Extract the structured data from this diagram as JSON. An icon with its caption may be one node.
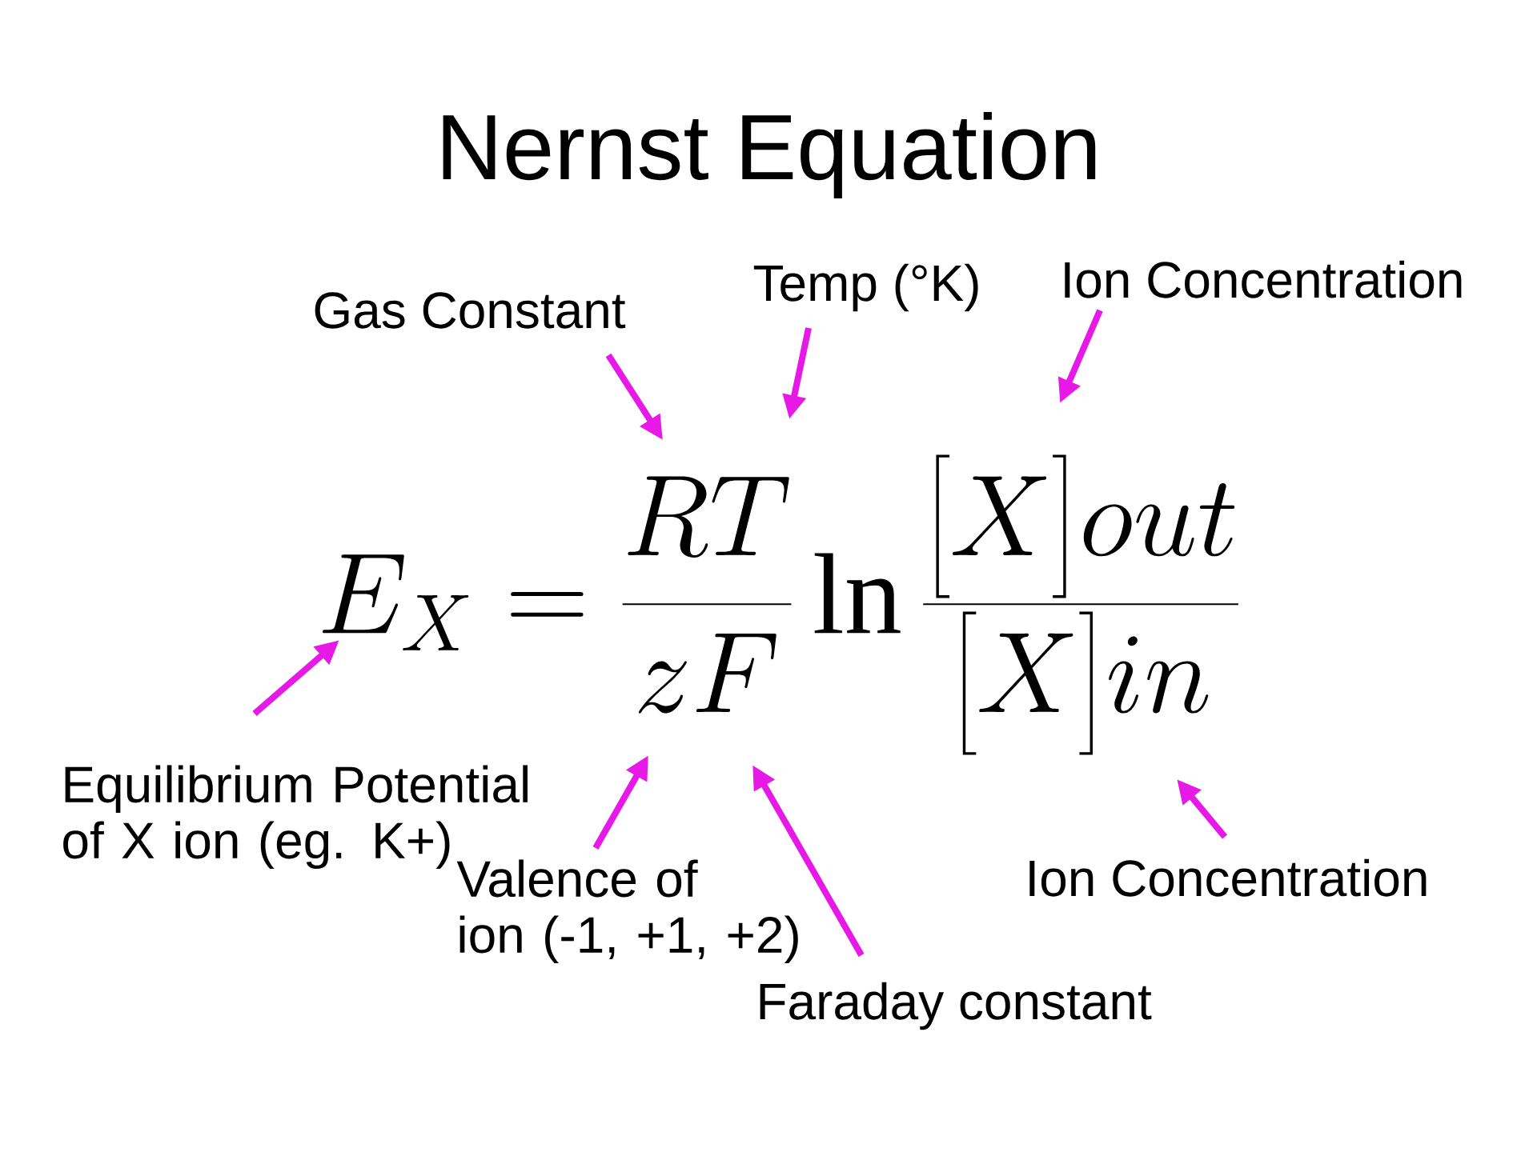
{
  "diagram": {
    "title": "Nernst Equation",
    "nodes": [
      {
        "text": [
          "Gas Constant"
        ]
      },
      {
        "text": [
          "Temp (°K)"
        ]
      },
      {
        "text": [
          "Ion Concentration"
        ]
      },
      {
        "text": [
          "E_{X}=\\frac{RT}{zF}\\ln\\frac{\\big[X\\big]out}{\\big[X\\big]in}"
        ]
      },
      {
        "text": [
          "Equilibrium Potential of X ion (eg. K+)"
        ]
      },
      {
        "text": [
          "Valence of ion (-1, +1, +2)"
        ]
      },
      {
        "text": [
          "Ion Concentration"
        ]
      },
      {
        "text": [
          "Faraday constant"
        ]
      }
    ],
    "edges": [
      {
        "from": 0,
        "to": 3,
        "arrow": "to"
      },
      {
        "from": 1,
        "to": 3,
        "arrow": "to"
      },
      {
        "from": 2,
        "to": 3,
        "arrow": "to"
      },
      {
        "from": 4,
        "to": 3,
        "arrow": "to"
      },
      {
        "from": 5,
        "to": 3,
        "arrow": "to"
      },
      {
        "from": 6,
        "to": 3,
        "arrow": "to"
      },
      {
        "from": 7,
        "to": 3,
        "arrow": "to"
      }
    ]
  }
}
